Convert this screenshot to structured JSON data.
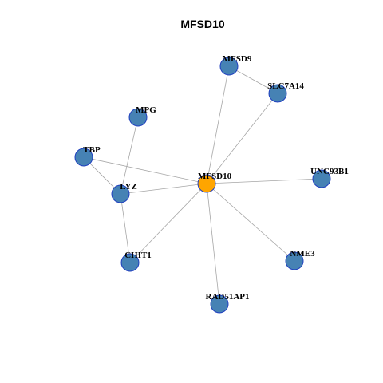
{
  "title": "MFSD10",
  "colors": {
    "hub_fill": "#ffa500",
    "node_fill": "#4682b4",
    "node_stroke": "#1f3fbf",
    "edge": "#a6a6a6",
    "background": "#ffffff"
  },
  "nodes": [
    {
      "id": "MFSD10",
      "label": "MFSD10",
      "hub": true
    },
    {
      "id": "MFSD9",
      "label": "MFSD9"
    },
    {
      "id": "SLC7A14",
      "label": "SLC7A14"
    },
    {
      "id": "MPG",
      "label": "MPG"
    },
    {
      "id": "TBP",
      "label": "TBP"
    },
    {
      "id": "LYZ",
      "label": "LYZ"
    },
    {
      "id": "UNC93B1",
      "label": "UNC93B1"
    },
    {
      "id": "CHIT1",
      "label": "CHIT1"
    },
    {
      "id": "NME3",
      "label": "NME3"
    },
    {
      "id": "RAD51AP1",
      "label": "RAD51AP1"
    }
  ],
  "edges": [
    [
      "MFSD10",
      "MFSD9"
    ],
    [
      "MFSD10",
      "SLC7A14"
    ],
    [
      "MFSD10",
      "TBP"
    ],
    [
      "MFSD10",
      "LYZ"
    ],
    [
      "MFSD10",
      "UNC93B1"
    ],
    [
      "MFSD10",
      "CHIT1"
    ],
    [
      "MFSD10",
      "NME3"
    ],
    [
      "MFSD10",
      "RAD51AP1"
    ],
    [
      "MFSD9",
      "SLC7A14"
    ],
    [
      "MPG",
      "LYZ"
    ],
    [
      "TBP",
      "LYZ"
    ],
    [
      "LYZ",
      "CHIT1"
    ]
  ]
}
